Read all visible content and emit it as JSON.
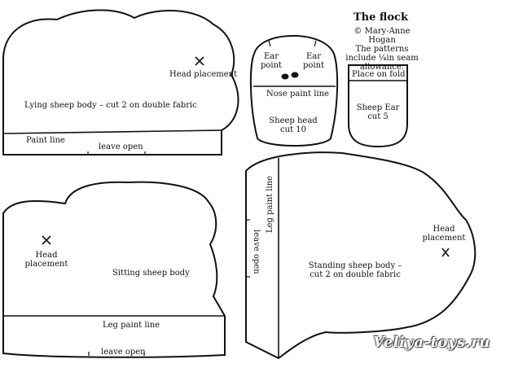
{
  "header": {
    "title": "The flock",
    "copyright": "© Mary-Anne Hogan",
    "seam_note": "The patterns include ¼in seam allowance."
  },
  "lying_sheep": {
    "body_label": "Lying sheep body – cut 2 on double fabric",
    "head_placement": "Head placement",
    "paint_line": "Paint line",
    "leave_open": "leave open"
  },
  "sheep_head": {
    "ear_point_left": "Ear point",
    "ear_point_right": "Ear point",
    "nose_paint_line": "Nose paint line",
    "label": "Sheep head cut 10"
  },
  "sheep_ear": {
    "fold_label": "Place on fold",
    "label": "Sheep Ear cut 5"
  },
  "sitting_sheep": {
    "head_placement": "Head placement",
    "body_label": "Sitting sheep body",
    "leg_paint_line": "Leg paint line",
    "leave_open": "leave open"
  },
  "standing_sheep": {
    "leg_paint_line": "Leg paint line",
    "leave_open": "leave open",
    "head_placement": "Head placement",
    "body_label": "Standing sheep body – cut 2 on double fabric"
  },
  "watermark": "Veliya-toys.ru",
  "colors": {
    "ink": "#111111",
    "paper": "#ffffff"
  }
}
